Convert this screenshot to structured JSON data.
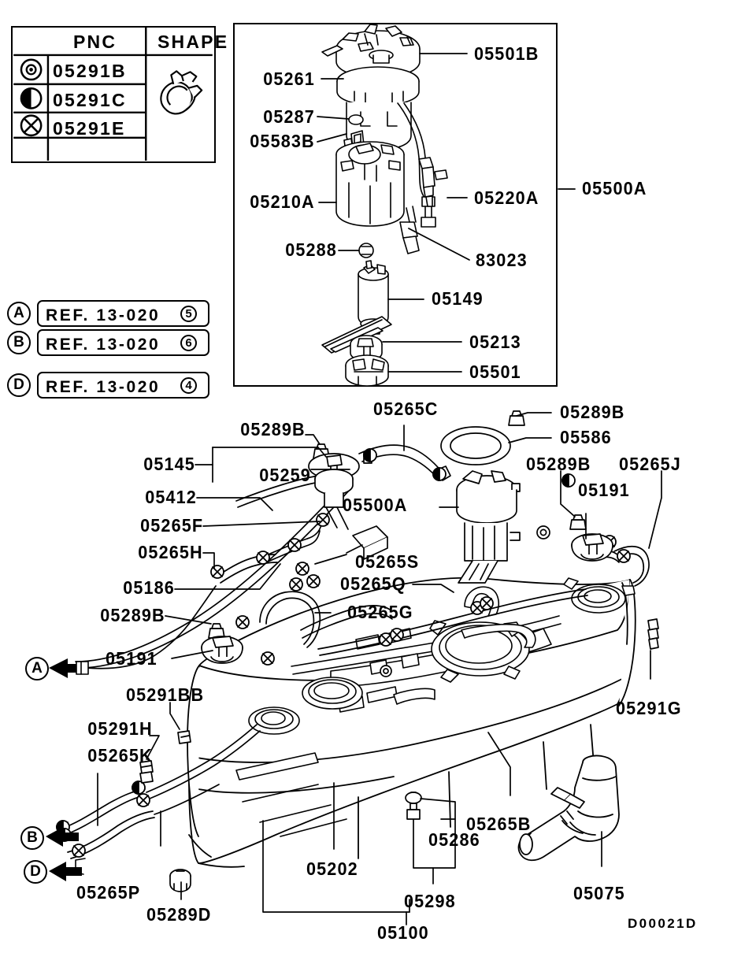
{
  "diagram": {
    "id_code": "D00021D",
    "title_hidden": ""
  },
  "pnc_table": {
    "headers": [
      "PNC",
      "SHAPE"
    ],
    "rows": [
      {
        "symbol": "dot-in-circle-icon",
        "pnc": "05291B"
      },
      {
        "symbol": "half-filled-circle-icon",
        "pnc": "05291C"
      },
      {
        "symbol": "x-in-circle-icon",
        "pnc": "05291E"
      },
      {
        "symbol": "",
        "pnc": ""
      }
    ],
    "shape_icon": "hose-clamp-icon"
  },
  "references": [
    {
      "tag": "A",
      "text": "REF. 13-020",
      "circled_number": "5"
    },
    {
      "tag": "B",
      "text": "REF. 13-020",
      "circled_number": "6"
    },
    {
      "tag": "D",
      "text": "REF. 13-020",
      "circled_number": "4"
    }
  ],
  "detail_box": {
    "assembly_label": "05500A",
    "callouts": [
      "05501B",
      "05261",
      "05287",
      "05583B",
      "05210A",
      "05220A",
      "05288",
      "83023",
      "05149",
      "05213",
      "05501"
    ]
  },
  "main_diagram": {
    "callouts": [
      "05265C",
      "05289B",
      "05586",
      "05289B",
      "05265J",
      "05289B",
      "05145",
      "05259",
      "05191",
      "05412",
      "05500A",
      "05265F",
      "05265S",
      "05265H",
      "05265Q",
      "05186",
      "05265G",
      "05289B",
      "05191",
      "05291G",
      "05291BB",
      "05291H",
      "05265K",
      "05265B",
      "05202",
      "05286",
      "05298",
      "05100",
      "05265P",
      "05289D",
      "05075"
    ],
    "arrow_tags": [
      "A",
      "B",
      "D"
    ]
  },
  "colors": {
    "line": "#000000",
    "background": "#ffffff"
  }
}
